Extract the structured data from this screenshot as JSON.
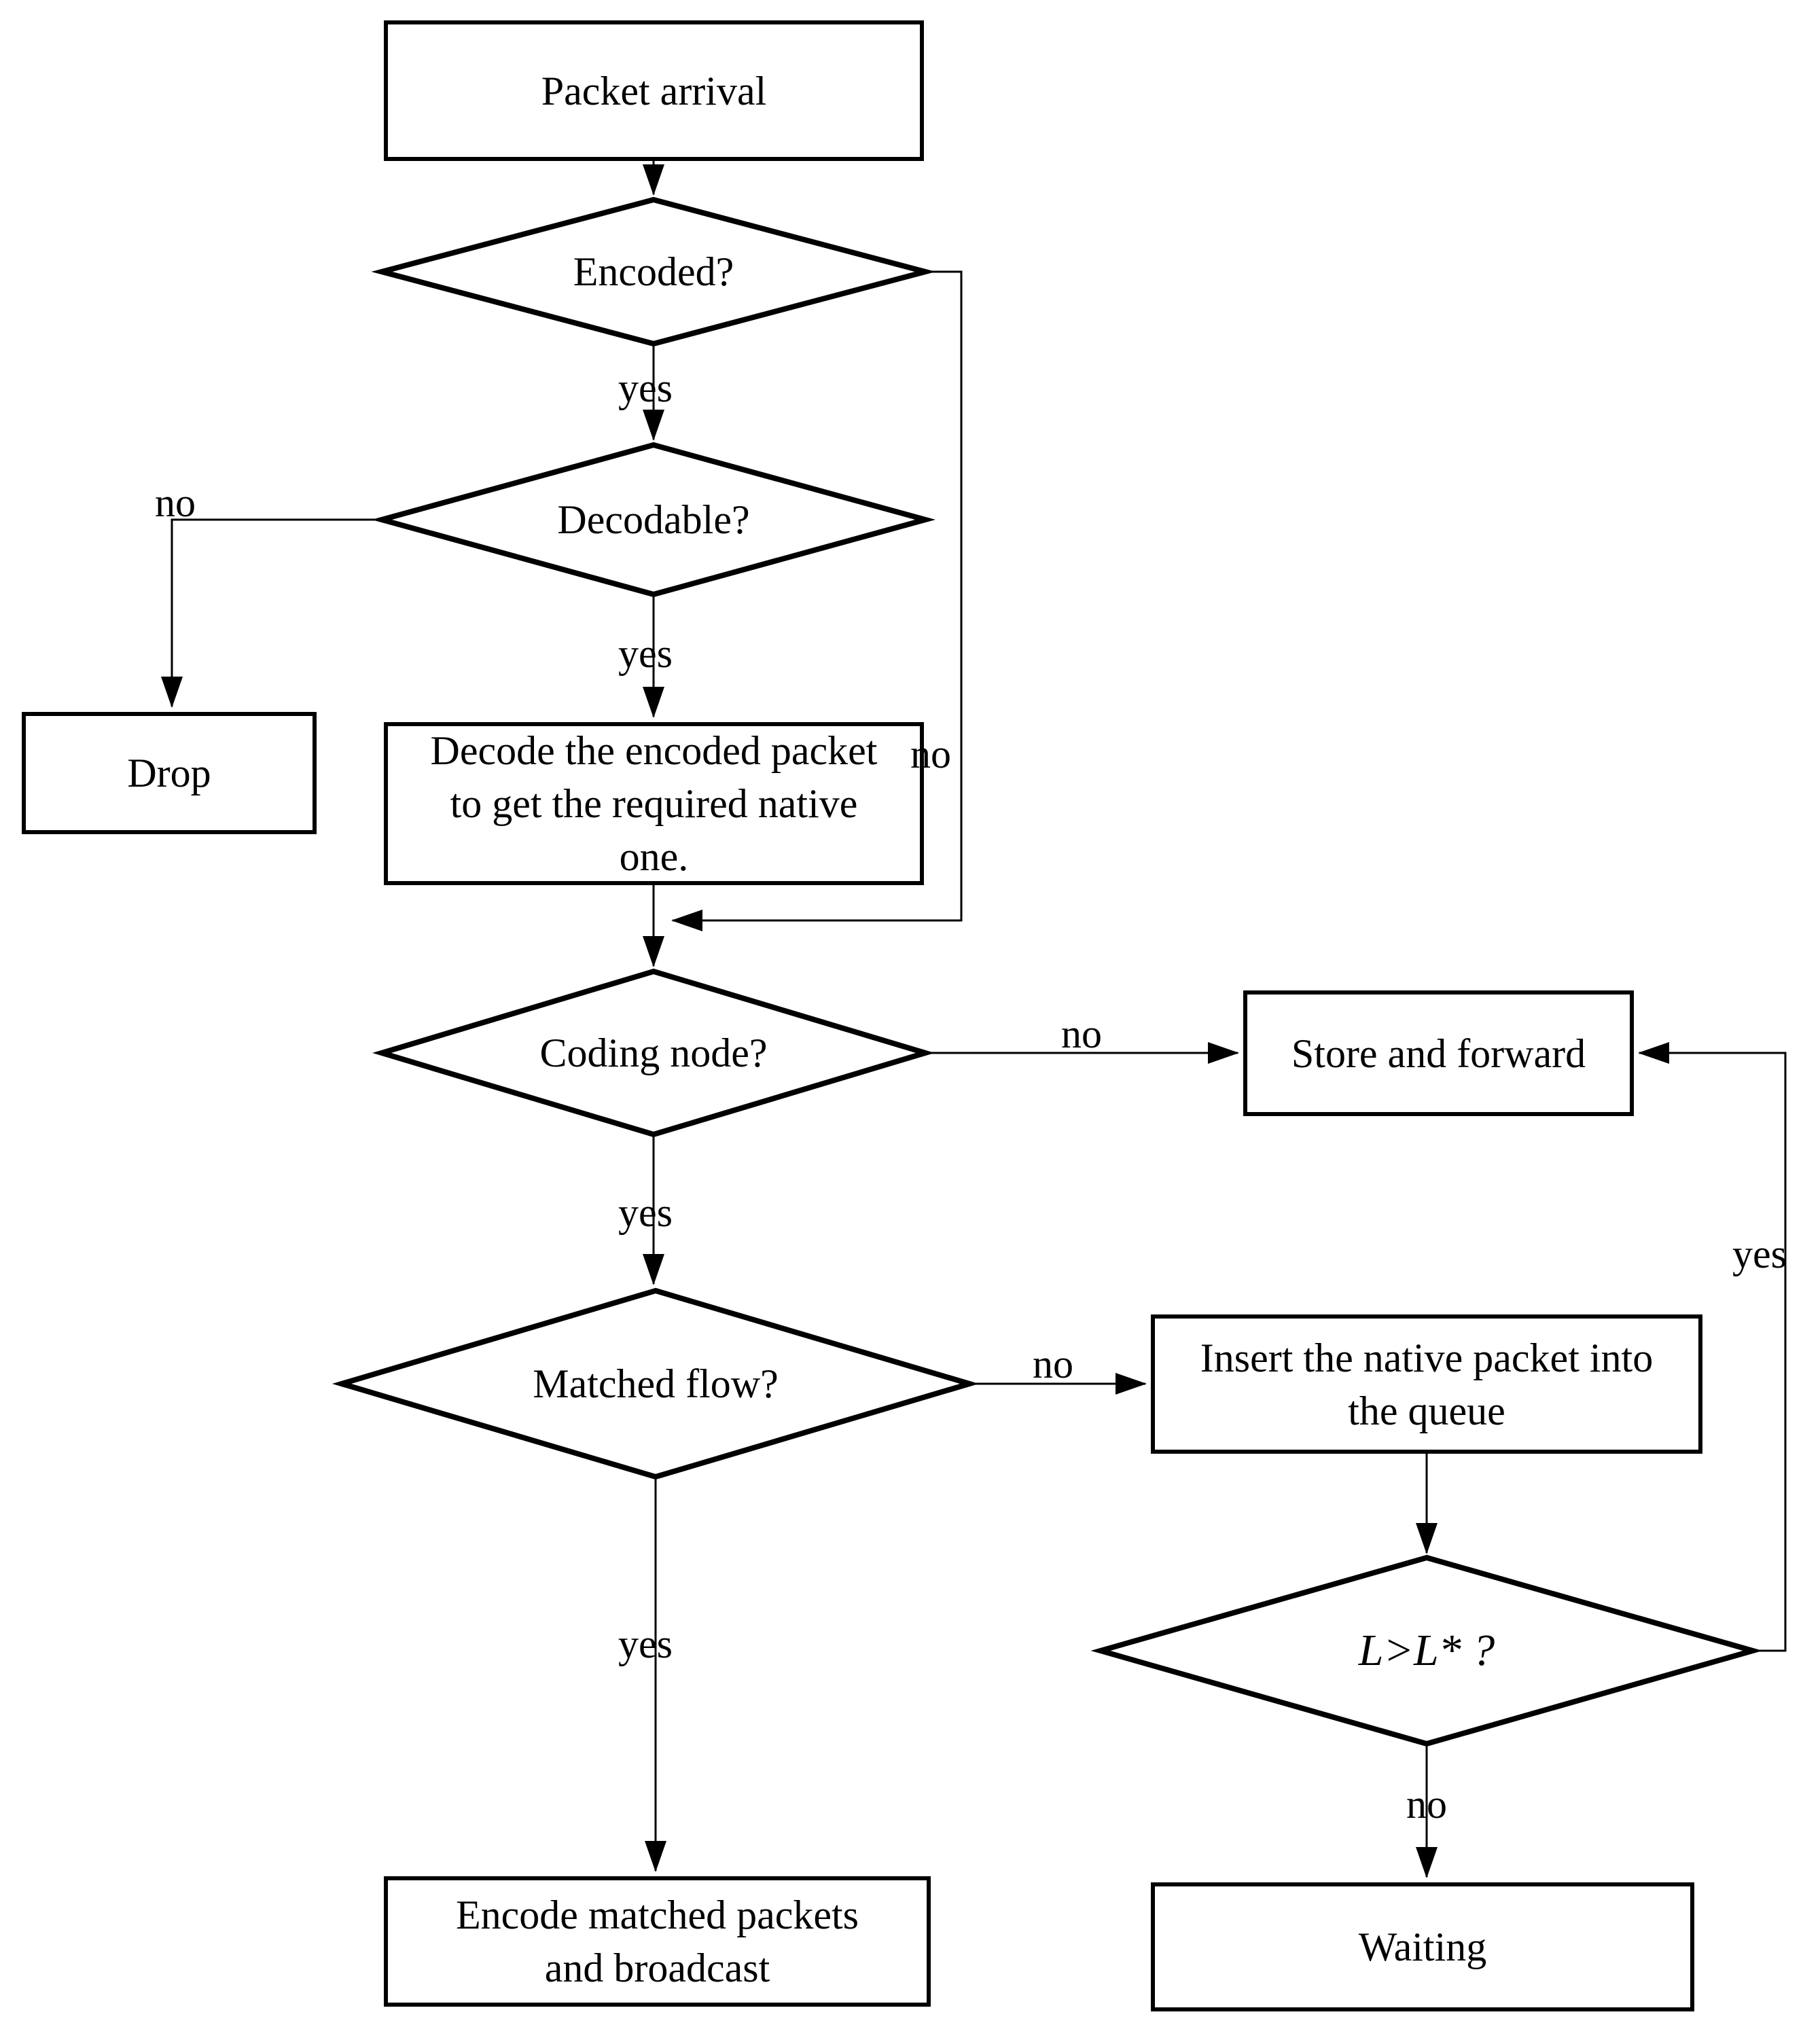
{
  "diagram": {
    "title": "Packet processing flowchart",
    "colors": {
      "stroke": "#000000",
      "background": "#ffffff"
    },
    "nodes": {
      "packet_arrival": {
        "label": "Packet arrival"
      },
      "encoded": {
        "label": "Encoded?"
      },
      "decodable": {
        "label": "Decodable?"
      },
      "drop": {
        "label": "Drop"
      },
      "decode": {
        "lines": [
          "Decode the encoded packet",
          "to get the required native",
          "one."
        ]
      },
      "coding_node": {
        "label": "Coding node?"
      },
      "store_forward": {
        "label": "Store and forward"
      },
      "matched_flow": {
        "label": "Matched flow?"
      },
      "insert_queue": {
        "lines": [
          "Insert the native packet into",
          "the queue"
        ]
      },
      "l_threshold": {
        "label": "L>L* ?"
      },
      "encode_broadcast": {
        "lines": [
          "Encode  matched packets",
          "and broadcast"
        ]
      },
      "waiting": {
        "label": "Waiting"
      }
    },
    "edge_labels": {
      "encoded_yes": "yes",
      "encoded_no": "no",
      "decodable_yes": "yes",
      "decodable_no": "no",
      "coding_yes": "yes",
      "coding_no": "no",
      "matched_yes": "yes",
      "matched_no": "no",
      "l_threshold_yes": "yes",
      "l_threshold_no": "no"
    }
  }
}
